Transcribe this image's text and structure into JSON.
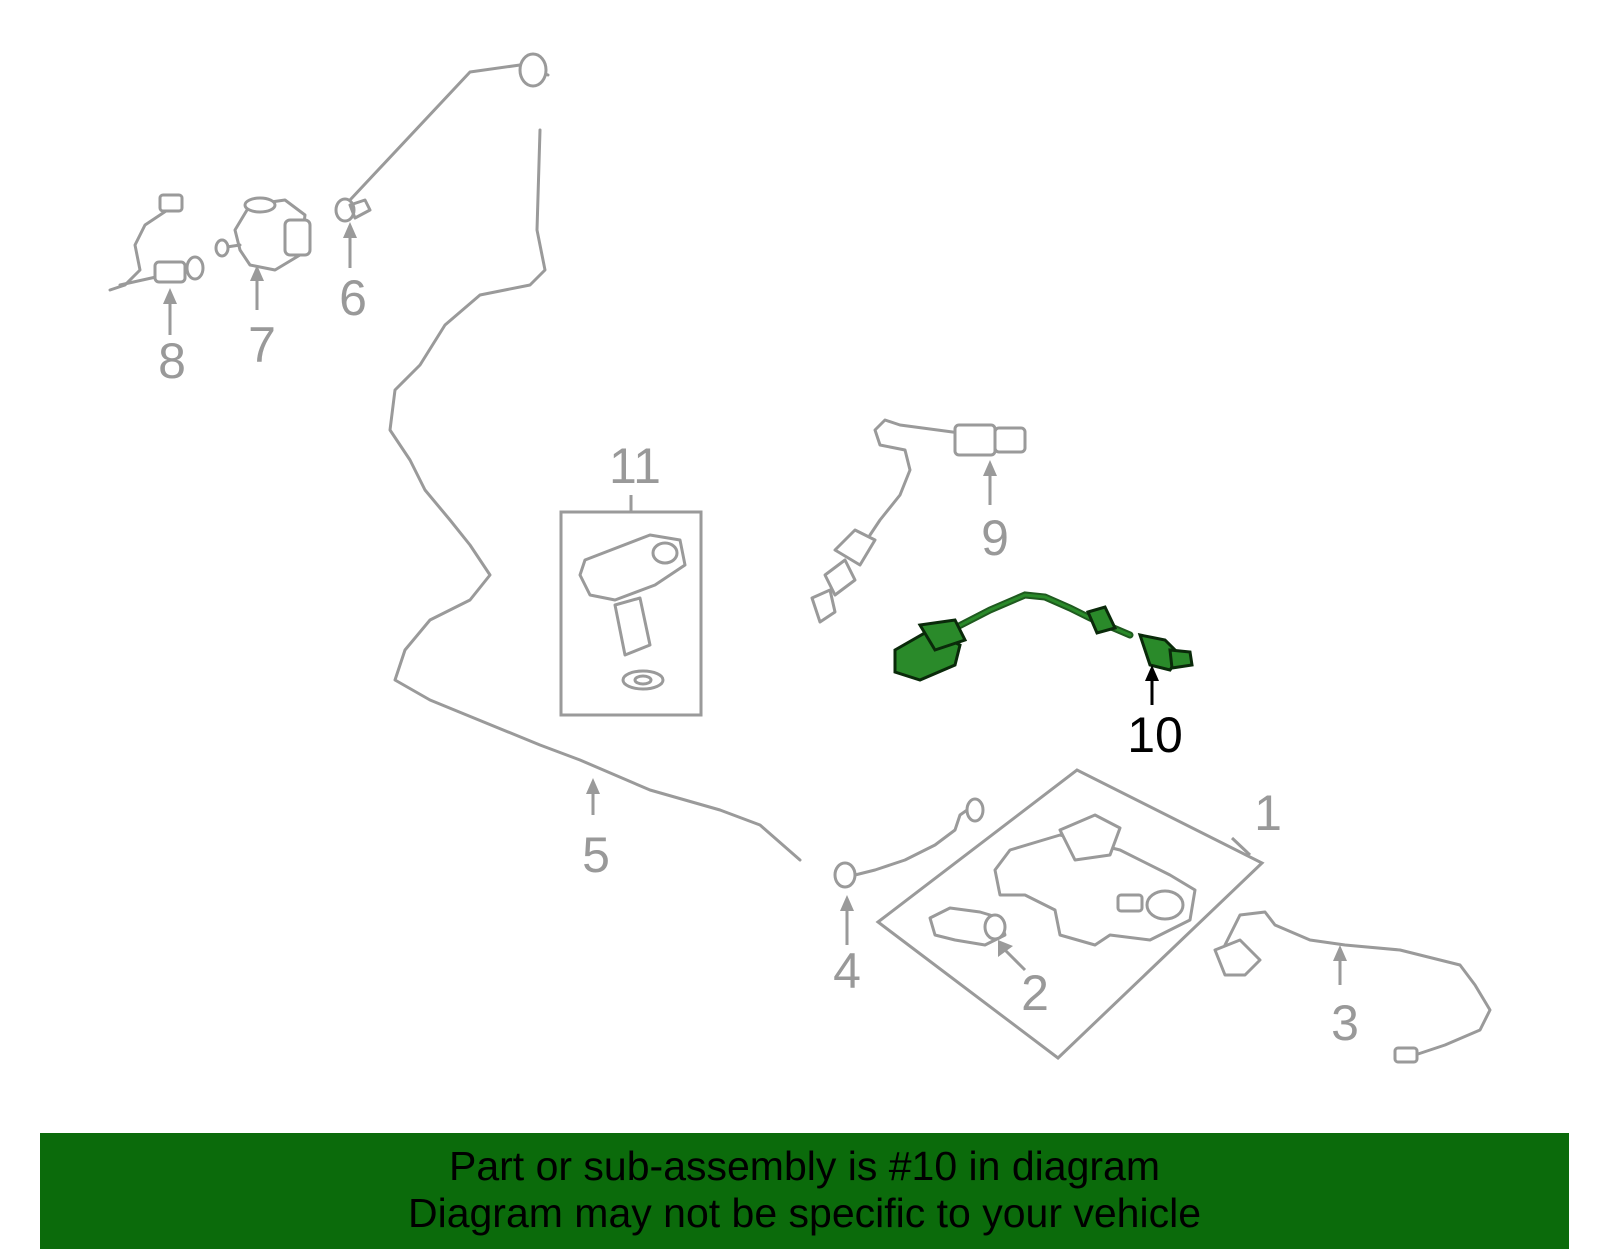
{
  "callouts": [
    "1",
    "2",
    "3",
    "4",
    "5",
    "6",
    "7",
    "8",
    "9",
    "10",
    "11"
  ],
  "highlight_part": "10",
  "colors": {
    "highlight": "#1f7a1f",
    "banner": "#0b6b0b",
    "line_gray": "#9a9a9a"
  },
  "banner": {
    "line1": "Part or sub-assembly is #10 in diagram",
    "line2": "Diagram may not be specific to your vehicle"
  }
}
